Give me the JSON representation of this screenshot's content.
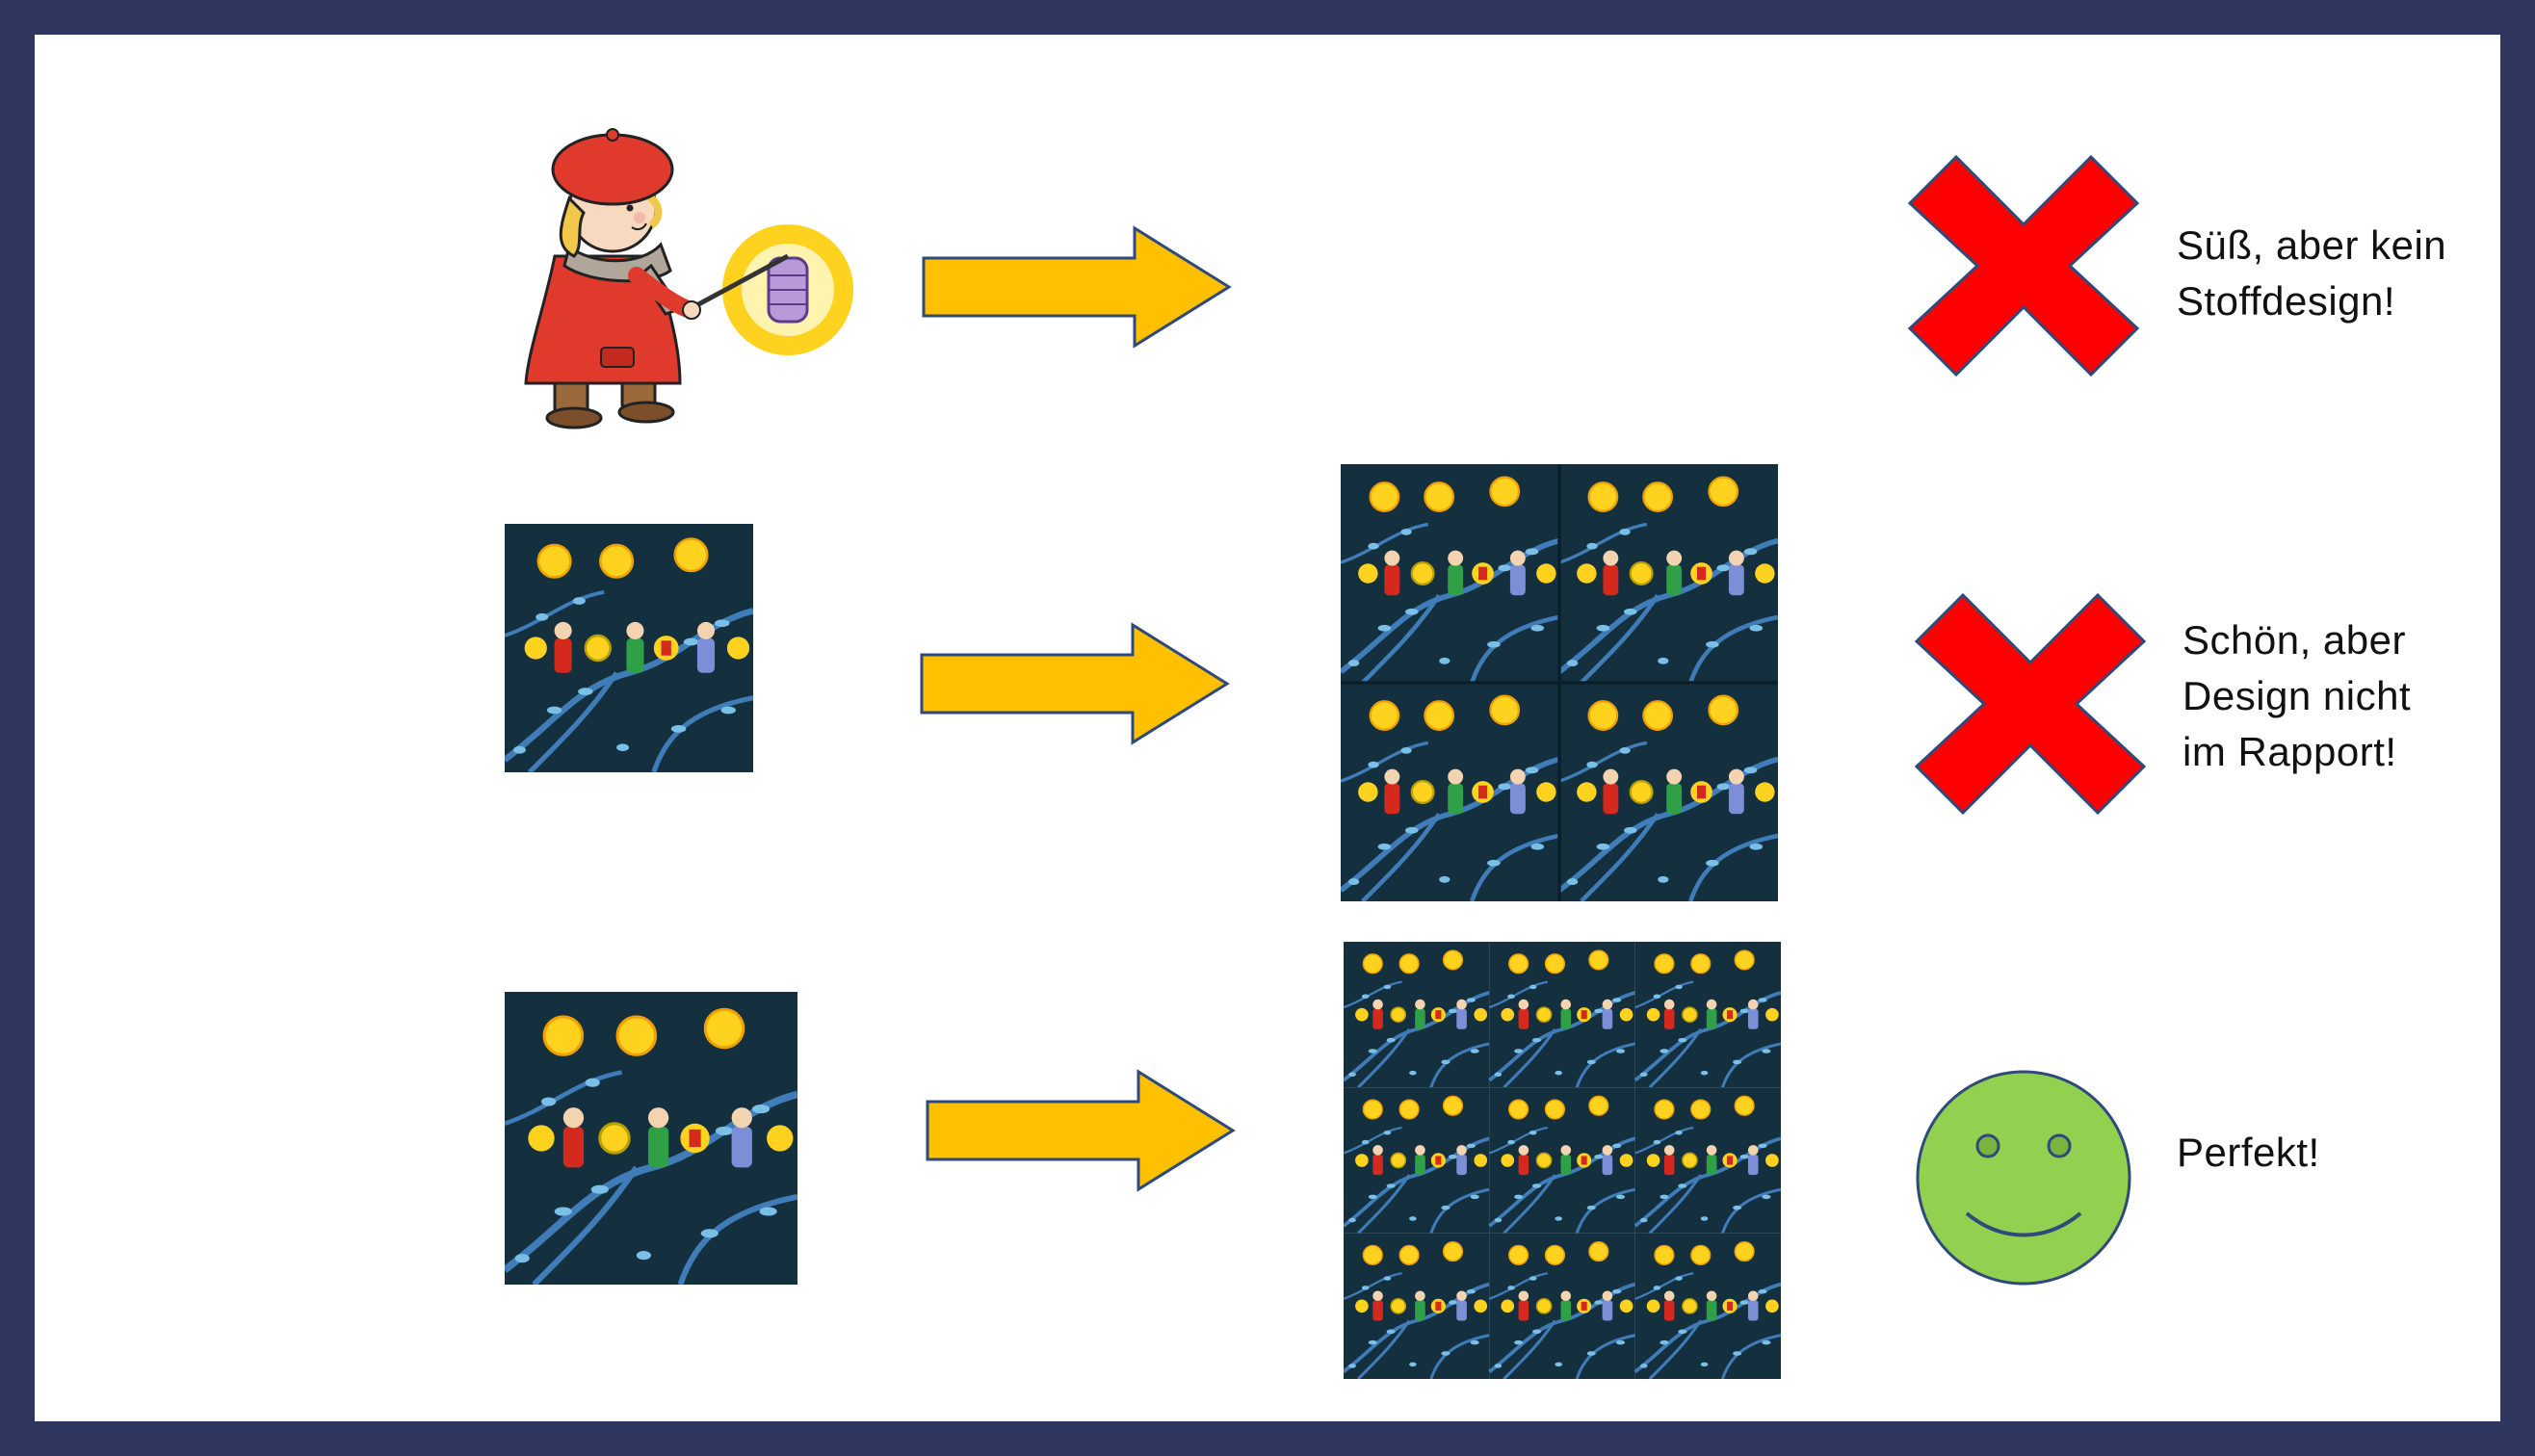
{
  "rows": [
    {
      "verdict": "cross",
      "label": "Süß, aber kein\nStoffdesign!"
    },
    {
      "verdict": "cross",
      "label": "Schön, aber\nDesign nicht\nim Rapport!"
    },
    {
      "verdict": "smiley",
      "label": "Perfekt!"
    }
  ],
  "colors": {
    "frame": "#2f3761",
    "arrow": "#ffc000",
    "arrow_outline": "#2f4a7a",
    "cross": "#ff0000",
    "smiley": "#92d050",
    "pattern_bg": "#14303f",
    "lantern": "#ffd21f",
    "branch": "#3f7cb8"
  },
  "icons": [
    "girl-with-lantern-illustration",
    "pattern-tile",
    "pattern-repeat",
    "arrow-right-icon",
    "red-x-icon",
    "smiley-face-icon"
  ]
}
